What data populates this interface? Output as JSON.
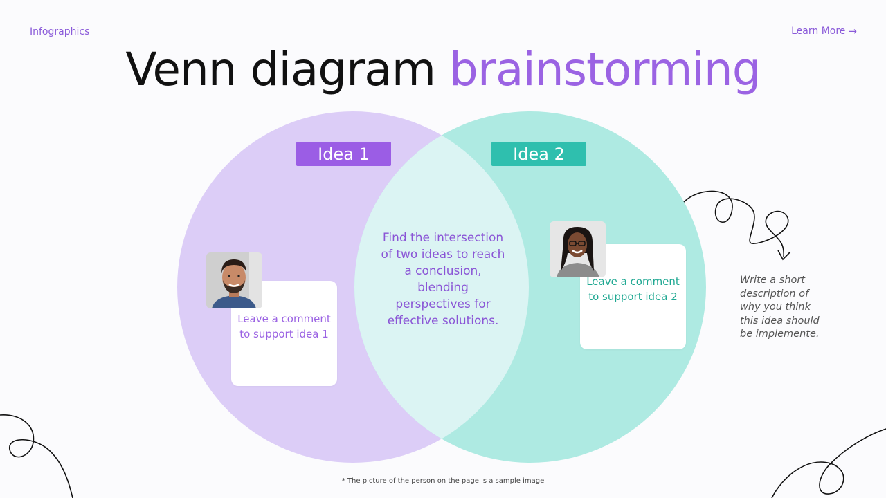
{
  "header": {
    "section_label": "Infographics",
    "learn_more_label": "Learn More",
    "learn_more_arrow": "→"
  },
  "title": {
    "part1": "Venn diagram",
    "part2": "brainstorming"
  },
  "venn": {
    "left_color": "#dccdf7",
    "right_color": "#aeeae2",
    "overlap_color": "#dbf4f3",
    "idea1_label": "Idea 1",
    "idea2_label": "Idea 2",
    "intersection_text": "Find the intersection of two ideas to reach a conclusion, blending perspectives for effective solutions."
  },
  "cards": {
    "idea1_comment": "Leave a comment to support idea 1",
    "idea2_comment": "Leave a comment to support idea 2"
  },
  "side_note": "Write a short description of why you think this idea should be implemente.",
  "footnote": "* The picture of the person on the page is a sample image",
  "colors": {
    "accent_purple": "#9b5de5",
    "accent_teal": "#2fbfae"
  }
}
